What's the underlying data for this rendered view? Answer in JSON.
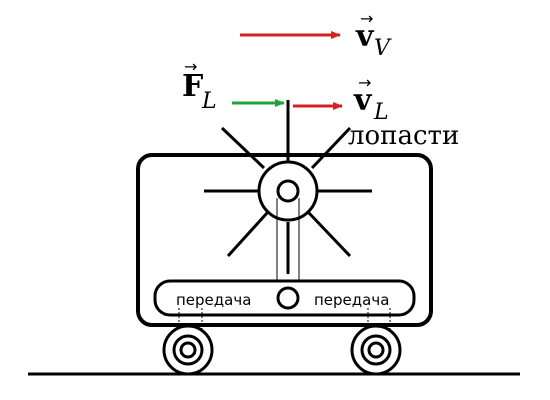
{
  "vectors": {
    "v_V": {
      "symbol": "v",
      "subscript": "V",
      "arrow_color": "#d32020"
    },
    "F_L": {
      "symbol": "F",
      "subscript": "L",
      "arrow_color": "#22a33a"
    },
    "v_L": {
      "symbol": "v",
      "subscript": "L",
      "arrow_color": "#d32020"
    }
  },
  "labels": {
    "blades": "лопасти",
    "transmission_left": "передача",
    "transmission_right": "передача"
  },
  "colors": {
    "stroke": "#000000",
    "background": "#ffffff"
  }
}
